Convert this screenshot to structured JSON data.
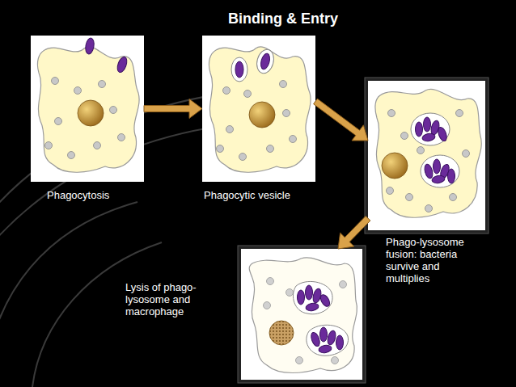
{
  "diagram": {
    "title": "Binding & Entry",
    "nodes": [
      {
        "text": [
          "Phagocytosis"
        ]
      },
      {
        "text": [
          "Phagocytic vesicle"
        ]
      },
      {
        "text": [
          "Phago-lysosome fusion: bacteria survive and multiplies"
        ]
      },
      {
        "text": [
          "Lysis of phago- lysosome and macrophage"
        ]
      }
    ],
    "edges": [
      {
        "from": 0,
        "to": 1,
        "arrow": "to"
      },
      {
        "from": 1,
        "to": 2,
        "arrow": "to"
      },
      {
        "from": 2,
        "to": 3,
        "arrow": "to"
      }
    ]
  }
}
